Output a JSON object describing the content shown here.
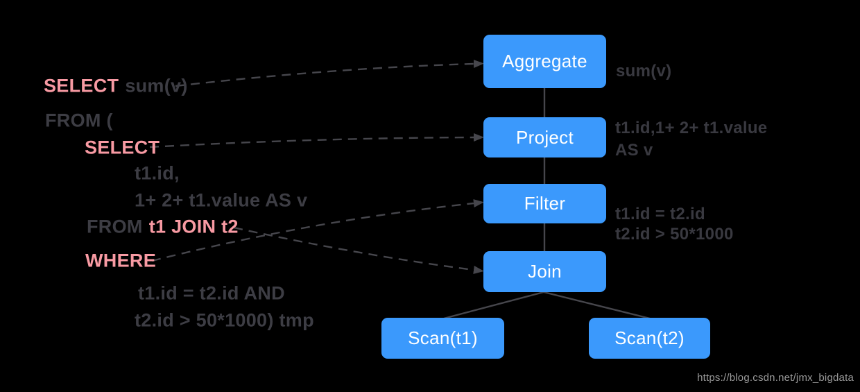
{
  "sql": {
    "select1": "SELECT",
    "select1_args": "sum(v)",
    "from_open": "FROM (",
    "select2": "SELECT",
    "proj_col1": "t1.id,",
    "proj_col2": "1+ 2+ t1.value AS v",
    "from2": "FROM",
    "join_tables": "t1 JOIN t2",
    "where": "WHERE",
    "cond1": "t1.id = t2.id AND",
    "cond2": "t2.id > 50*1000) tmp"
  },
  "plan": {
    "nodes": {
      "aggregate": "Aggregate",
      "project": "Project",
      "filter": "Filter",
      "join": "Join",
      "scan_t1": "Scan(t1)",
      "scan_t2": "Scan(t2)"
    },
    "annotations": {
      "aggregate_1": "sum(v)",
      "project_1": "t1.id,1+ 2+ t1.value",
      "project_2": "AS v",
      "filter_1": "t1.id = t2.id",
      "filter_2": "t2.id > 50*1000"
    }
  },
  "watermark": "https://blog.csdn.net/jmx_bigdata",
  "colors": {
    "background": "#000000",
    "node_fill": "#3b99fc",
    "node_text": "#ffffff",
    "keyword": "#f89aa3",
    "sql_text": "#3d3d44",
    "annotation_text": "#393940",
    "connector": "#46464c",
    "watermark_text": "#9a9a9a"
  }
}
